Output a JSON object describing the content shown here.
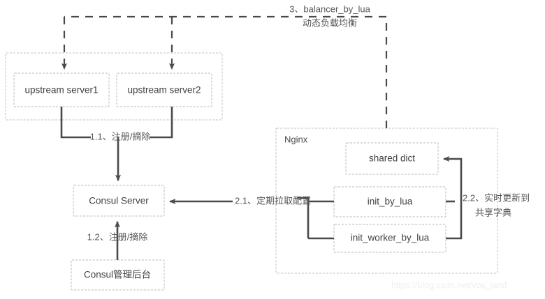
{
  "diagram": {
    "title": "Nginx Lua + Consul dynamic load balancing architecture",
    "watermark": "https://blog.csdn.net/vos_land",
    "colors": {
      "node_stroke": "#b9b9b9",
      "group_stroke": "#c2c2c2",
      "edge": "#4a4a4a",
      "text": "#404040",
      "background": "#ffffff",
      "watermark": "#eceff1"
    },
    "groups": [
      {
        "id": "upstream-group",
        "label": ""
      },
      {
        "id": "nginx-group",
        "label": "Nginx"
      }
    ],
    "nodes": [
      {
        "id": "upstream-server1",
        "label": "upstream server1"
      },
      {
        "id": "upstream-server2",
        "label": "upstream server2"
      },
      {
        "id": "consul-server",
        "label": "Consul Server"
      },
      {
        "id": "consul-admin",
        "label": "Consul管理后台"
      },
      {
        "id": "shared-dict",
        "label": "shared dict"
      },
      {
        "id": "init-by-lua",
        "label": "init_by_lua"
      },
      {
        "id": "init-worker-by-lua",
        "label": "init_worker_by_lua"
      }
    ],
    "edges": [
      {
        "id": "edge-balancer",
        "style": "dashed",
        "label_line1": "3、balancer_by_lua",
        "label_line2": "动态负载均衡",
        "from": "nginx-group",
        "to": "upstream-group"
      },
      {
        "id": "edge-register-upstream",
        "style": "solid",
        "label_line1": "1.1、注册/摘除",
        "label_line2": "",
        "from": "upstream-group",
        "to": "consul-server"
      },
      {
        "id": "edge-register-admin",
        "style": "solid",
        "label_line1": "1.2、注册/摘除",
        "label_line2": "",
        "from": "consul-admin",
        "to": "consul-server"
      },
      {
        "id": "edge-pull-config",
        "style": "solid",
        "label_line1": "2.1、定期拉取配置",
        "label_line2": "",
        "from": "init-by-lua",
        "to": "consul-server"
      },
      {
        "id": "edge-update-dict",
        "style": "solid",
        "label_line1": "2.2、实时更新到",
        "label_line2": "共享字典",
        "from": "init-worker-by-lua",
        "to": "shared-dict"
      }
    ]
  }
}
